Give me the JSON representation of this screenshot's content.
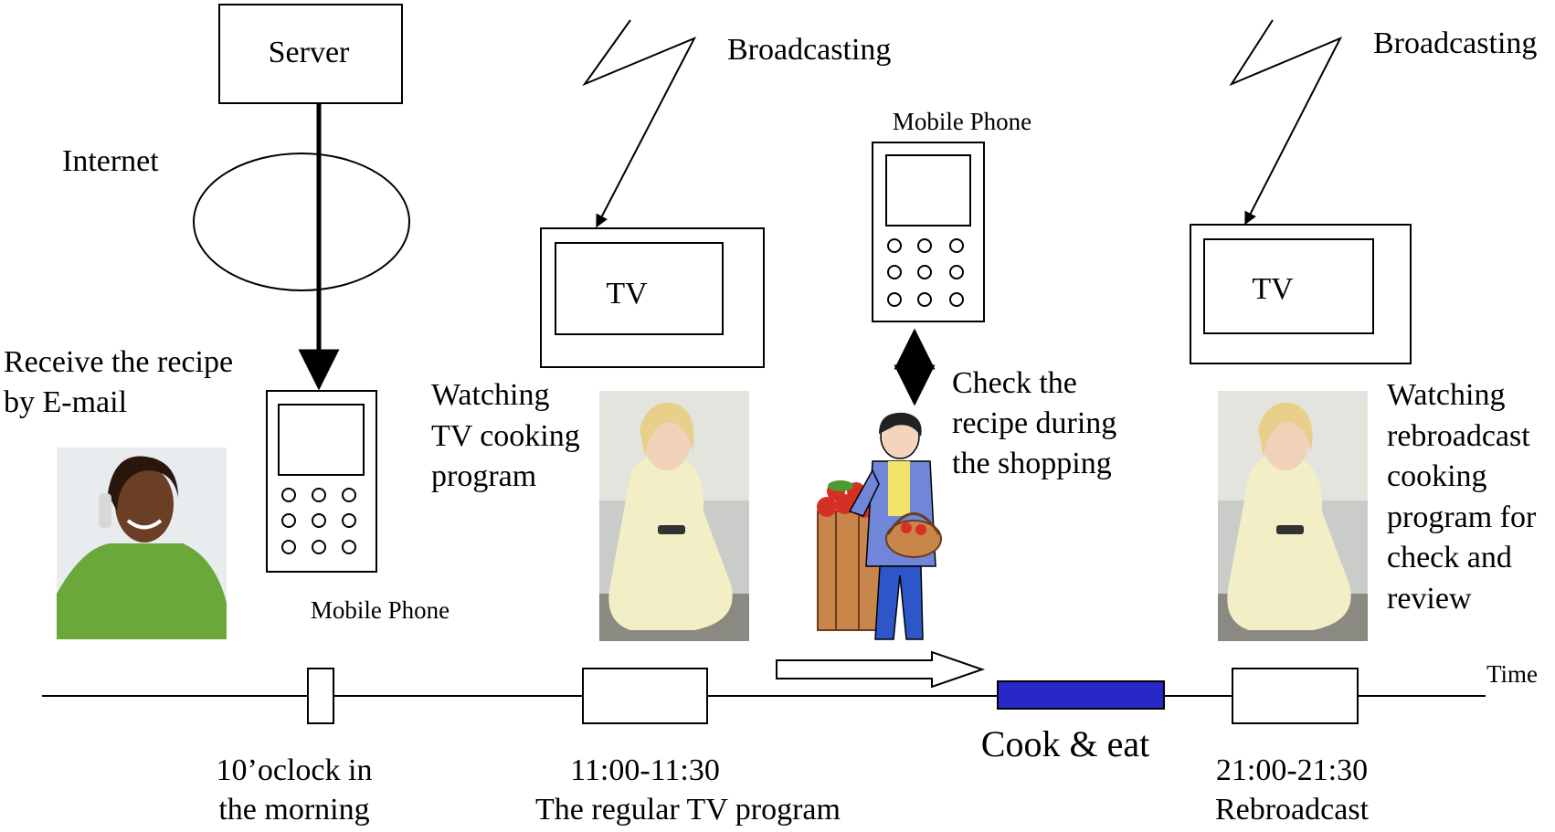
{
  "labels": {
    "server": "Server",
    "internet": "Internet",
    "broadcasting_left": "Broadcasting",
    "broadcasting_right": "Broadcasting",
    "tv_left": "TV",
    "tv_right": "TV",
    "mobile_phone_top": "Mobile Phone",
    "mobile_phone_bottom": "Mobile Phone",
    "receive_line1": "Receive the recipe",
    "receive_line2": "by E-mail",
    "watching_line1": "Watching",
    "watching_line2": "TV cooking",
    "watching_line3": "program",
    "check_line1": "Check  the",
    "check_line2": "recipe during",
    "check_line3": "the shopping",
    "review_line1": "Watching",
    "review_line2": "rebroadcast",
    "review_line3": "cooking",
    "review_line4": "program for",
    "review_line5": "check and",
    "review_line6": "review",
    "time": "Time",
    "cook_eat": "Cook & eat",
    "t1_line1": "10’oclock in",
    "t1_line2": "the morning",
    "t2_line1": "11:00-11:30",
    "t2_line2": "The regular TV program",
    "t3_line1": "21:00-21:30",
    "t3_line2": "Rebroadcast"
  },
  "colors": {
    "cook_eat_bar": "#2828c8",
    "shirt_green": "#6aa83a",
    "skin_dark": "#6b3e26",
    "dress_yellow": "#f2efc6",
    "shopper_blue": "#6f86d9",
    "pants_blue": "#2d57c8",
    "apple_red": "#d63024",
    "crate_brown": "#c9864a"
  }
}
